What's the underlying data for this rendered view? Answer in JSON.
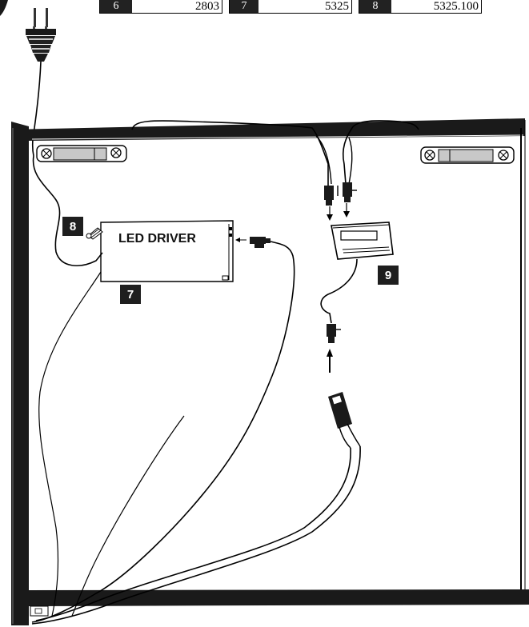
{
  "parts_table": [
    {
      "number": "6",
      "code": "2803"
    },
    {
      "number": "7",
      "code": "5325"
    },
    {
      "number": "8",
      "code": "5325.100"
    }
  ],
  "callouts": {
    "screw": "8",
    "driver": "7",
    "junction": "9"
  },
  "driver": {
    "label": "LED DRIVER"
  },
  "colors": {
    "frame": "#1a1a1a",
    "callout_bg": "#1e1e1e",
    "bracket": "#c8c8c8",
    "line": "#000000"
  }
}
